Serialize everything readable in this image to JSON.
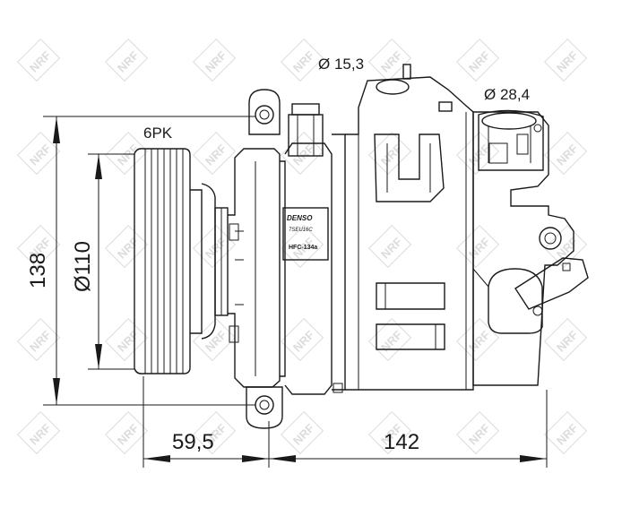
{
  "watermark": {
    "text": "NRF",
    "color": "#dcdcdc",
    "tiles": [
      [
        0,
        0
      ],
      [
        1,
        0
      ],
      [
        2,
        0
      ],
      [
        3,
        0
      ],
      [
        4,
        0
      ],
      [
        5,
        0
      ],
      [
        6,
        0
      ],
      [
        0,
        1
      ],
      [
        1,
        1
      ],
      [
        2,
        1
      ],
      [
        3,
        1
      ],
      [
        4,
        1
      ],
      [
        5,
        1
      ],
      [
        6,
        1
      ],
      [
        0,
        2
      ],
      [
        1,
        2
      ],
      [
        2,
        2
      ],
      [
        3,
        2
      ],
      [
        4,
        2
      ],
      [
        5,
        2
      ],
      [
        6,
        2
      ],
      [
        0,
        3
      ],
      [
        1,
        3
      ],
      [
        2,
        3
      ],
      [
        3,
        3
      ],
      [
        4,
        3
      ],
      [
        5,
        3
      ],
      [
        6,
        3
      ],
      [
        0,
        4
      ],
      [
        1,
        4
      ],
      [
        2,
        4
      ],
      [
        3,
        4
      ],
      [
        4,
        4
      ],
      [
        5,
        4
      ],
      [
        6,
        4
      ]
    ]
  },
  "dimensions": {
    "suction_port": "Ø 15,3",
    "discharge_port": "Ø 28,4",
    "belt": "6PK",
    "pulley_diameter": "Ø110",
    "height": "138",
    "offset": "59,5",
    "length": "142"
  },
  "label": {
    "brand": "DENSO",
    "model": "7SEU16C",
    "refrigerant": "HFC-134a"
  },
  "colors": {
    "line": "#1a1a1a",
    "background": "#ffffff"
  }
}
